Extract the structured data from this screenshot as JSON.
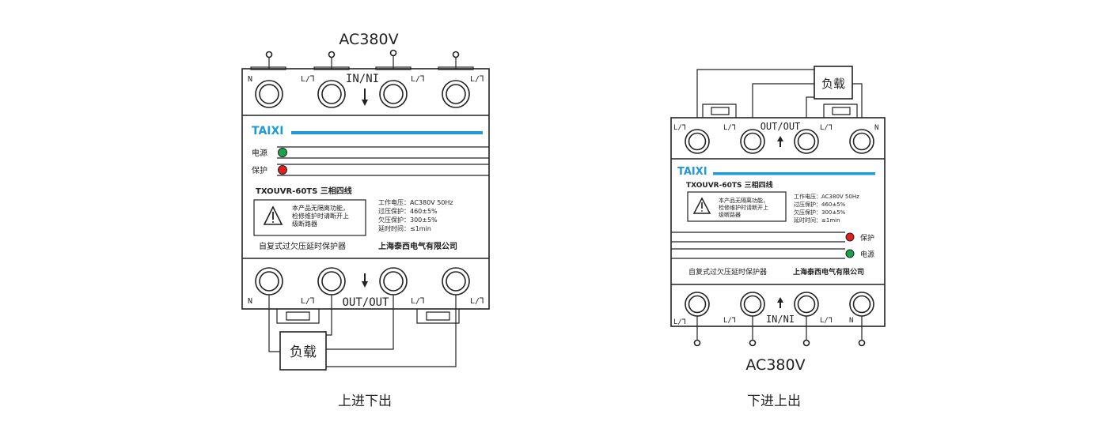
{
  "diagrams": [
    {
      "supply_label": "AC380V",
      "caption": "上进下出",
      "load_label": "负载",
      "top_terminals": [
        "N",
        "L/⅂",
        "L/⅂",
        "L/⅂"
      ],
      "top_center_label": "IN/NI",
      "bottom_terminals": [
        "N",
        "L/⅂",
        "L/⅂",
        "L/⅂"
      ],
      "bottom_center_label": "OUT/OUT",
      "brand": "TAIXI",
      "indicators": [
        {
          "label": "电源",
          "color": "#1aa34a"
        },
        {
          "label": "保护",
          "color": "#e02020"
        }
      ],
      "model": "TXOUVR-60TS 三相四线",
      "warning_lines": [
        "本产品无隔离功能，",
        "检修维护时请断开上",
        "级断路器"
      ],
      "specs": [
        "工作电压：AC380V 50Hz",
        "过压保护：460±5%",
        "欠压保护：300±5%",
        "延时时间：≤1min"
      ],
      "product_name": "自复式过欠压延时保护器",
      "company": "上海泰西电气有限公司"
    },
    {
      "supply_label": "AC380V",
      "caption": "下进上出",
      "load_label": "负载",
      "top_terminals": [
        "L/⅂",
        "L/⅂",
        "L/⅂",
        "N"
      ],
      "top_center_label": "OUT/OUT",
      "bottom_terminals": [
        "L/⅂",
        "L/⅂",
        "L/⅂",
        "N"
      ],
      "bottom_center_label": "IN/NI",
      "brand": "TAIXI",
      "indicators": [
        {
          "label": "保护",
          "color": "#e02020"
        },
        {
          "label": "电源",
          "color": "#1aa34a"
        }
      ],
      "model": "TXOUVR-60TS 三相四线",
      "warning_lines": [
        "本产品无隔离功能，",
        "检修维护时请断开上",
        "级断路器"
      ],
      "specs": [
        "工作电压：AC380V 50Hz",
        "过压保护：460±5%",
        "欠压保护：300±5%",
        "延时时间：≤1min"
      ],
      "product_name": "自复式过欠压延时保护器",
      "company": "上海泰西电气有限公司"
    }
  ]
}
